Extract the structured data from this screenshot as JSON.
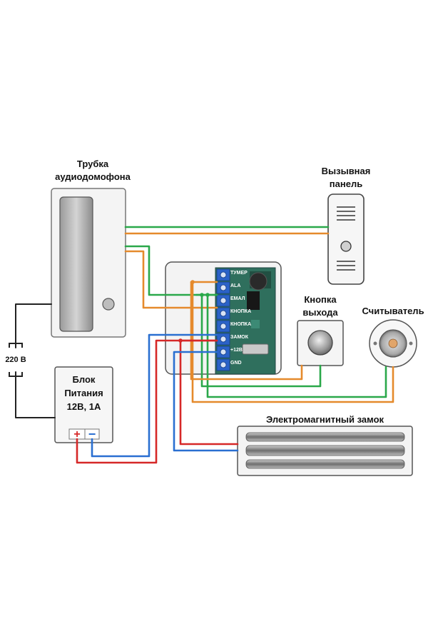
{
  "labels": {
    "handset": [
      "Трубка",
      "аудиодомофона"
    ],
    "call_panel": [
      "Вызывная",
      "панель"
    ],
    "exit_button": [
      "Кнопка",
      "выхода"
    ],
    "reader": "Считыватель",
    "power_supply": [
      "Блок",
      "Питания",
      "12В, 1А"
    ],
    "lock": "Электромагнитный замок",
    "mains": "220 В",
    "plus": "+",
    "minus": "−"
  },
  "controller": {
    "terminals": [
      "ТУМЕР",
      "ALA",
      "ЕМАЛ",
      "КНОПКА",
      "КНОПКА",
      "ЗАМОК",
      "+12В",
      "GND"
    ]
  },
  "colors": {
    "green_wire": "#2aa84a",
    "orange_wire": "#e58a2c",
    "red_wire": "#d62828",
    "blue_wire": "#2a6fd1",
    "board": "#2f6f5d",
    "terminal_block": "#2b62c8"
  }
}
